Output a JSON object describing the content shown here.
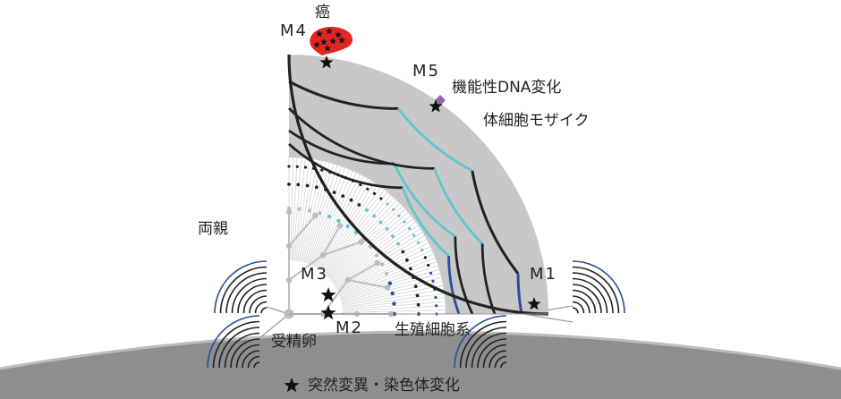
{
  "labels": {
    "cancer": "癌",
    "m1": "M1",
    "m2": "M2",
    "m3": "M3",
    "m4": "M4",
    "m5": "M5",
    "functional_dna_change": "機能性DNA変化",
    "somatic_mosaic": "体細胞モザイク",
    "parents": "両親",
    "fertilized_egg": "受精卵",
    "germline": "生殖細胞系"
  },
  "legend": {
    "text": "突然変異・染色体変化",
    "icon": "star-icon"
  },
  "colors": {
    "gray": "#c8c8c8",
    "dark": "#222222",
    "cyan": "#63c3cf",
    "blue": "#2a4f9a",
    "cancer_red": "#e32620",
    "purple": "#9a63b0",
    "bottom_band": "#8a8a8a"
  }
}
